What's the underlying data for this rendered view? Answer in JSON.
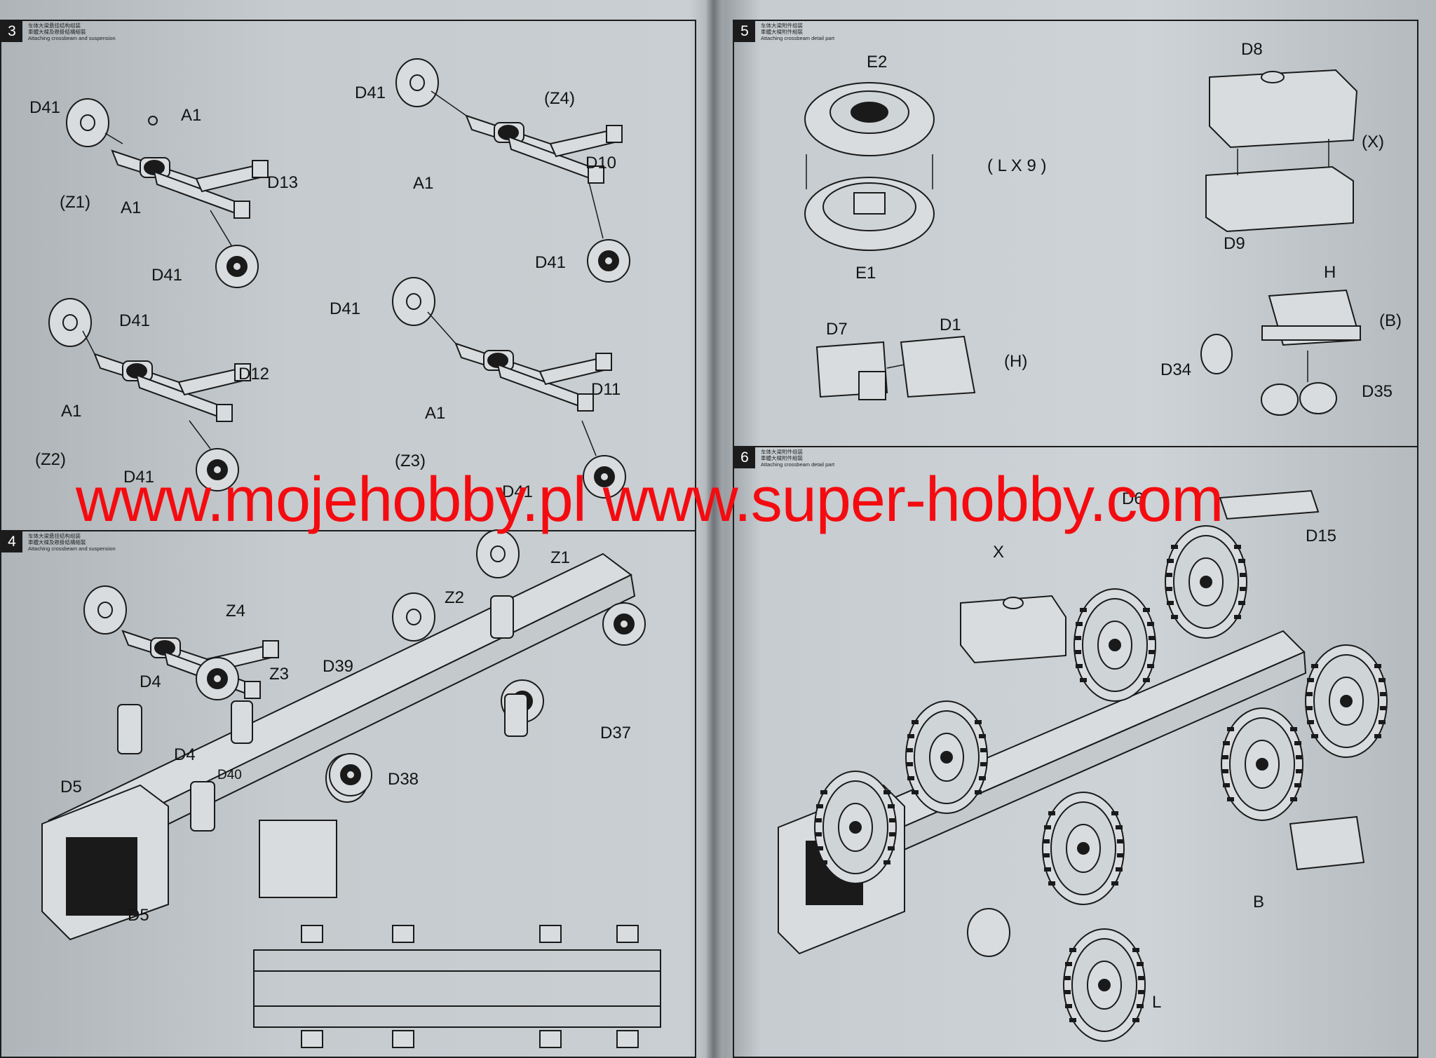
{
  "steps": [
    {
      "number": "3",
      "title_cn_1": "车体大梁悬挂结构组装",
      "title_cn_2": "車體大樑及懸掛結構組裝",
      "title_en": "Attaching crossbeam and suspension"
    },
    {
      "number": "4",
      "title_cn_1": "车体大梁悬挂结构组装",
      "title_cn_2": "車體大樑及懸掛結構組裝",
      "title_en": "Attaching crossbeam and suspension"
    },
    {
      "number": "5",
      "title_cn_1": "车体大梁附件组装",
      "title_cn_2": "車體大樑附件組裝",
      "title_en": "Attaching crossbeam detail part"
    },
    {
      "number": "6",
      "title_cn_1": "车体大梁附件组装",
      "title_cn_2": "車體大樑附件組裝",
      "title_en": "Attaching crossbeam detail part"
    }
  ],
  "step3_labels": {
    "z1_d41_top": "D41",
    "z1_a1_top": "A1",
    "z1_a1_low": "A1",
    "z1_d13": "D13",
    "z1_name": "(Z1)",
    "z1_d41_low": "D41",
    "z4_d41_top": "D41",
    "z4_name": "(Z4)",
    "z4_d10": "D10",
    "z4_a1": "A1",
    "z4_d41_low": "D41",
    "z2_d41_top": "D41",
    "z2_d12": "D12",
    "z2_a1": "A1",
    "z2_name": "(Z2)",
    "z2_d41_low": "D41",
    "z3_d41_top": "D41",
    "z3_d11": "D11",
    "z3_a1": "A1",
    "z3_name": "(Z3)",
    "z3_d41_low": "D41"
  },
  "step4_labels": {
    "z1": "Z1",
    "z2": "Z2",
    "z3": "Z3",
    "z4": "Z4",
    "d39": "D39",
    "d37": "D37",
    "d38": "D38",
    "d4_a": "D4",
    "d4_b": "D4",
    "d40": "D40",
    "d5_a": "D5",
    "d5_b": "D5"
  },
  "step5_labels": {
    "e2": "E2",
    "e1": "E1",
    "qty": "( L X 9 )",
    "d8": "D8",
    "d9": "D9",
    "x_group": "(X)",
    "h_part": "H",
    "b_group": "(B)",
    "d34": "D34",
    "d35": "D35",
    "d7": "D7",
    "d1": "D1",
    "h_group": "(H)"
  },
  "step6_labels": {
    "d6": "D6",
    "d15": "D15",
    "x": "X",
    "b": "B",
    "l": "L"
  },
  "watermark": "www.mojehobby.pl www.super-hobby.com",
  "colors": {
    "page": "#c9cfd2",
    "ink": "#141414",
    "watermark": "#f40b10"
  }
}
